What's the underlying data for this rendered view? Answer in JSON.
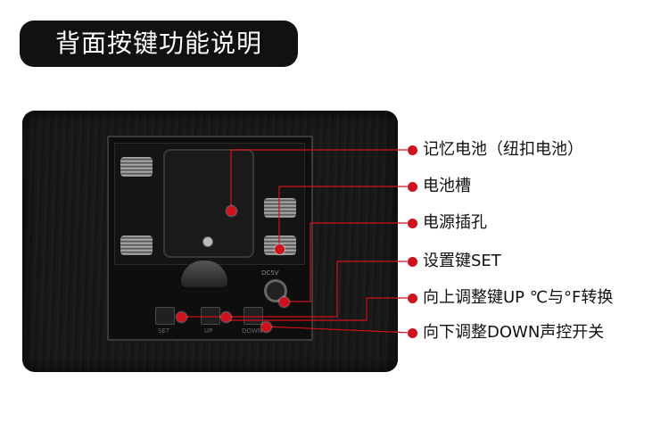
{
  "title": "背面按键功能说明",
  "labels": [
    {
      "id": "memory-battery",
      "text": "记忆电池（纽扣电池）"
    },
    {
      "id": "battery-slot",
      "text": "电池槽"
    },
    {
      "id": "power-jack",
      "text": "电源插孔"
    },
    {
      "id": "set-key",
      "text": "设置键SET"
    },
    {
      "id": "up-key",
      "text": "向上调整键UP ℃与°F转换"
    },
    {
      "id": "down-key",
      "text": "向下调整DOWN声控开关"
    }
  ],
  "device": {
    "buttons": [
      "SET",
      "UP",
      "DOWN"
    ],
    "jack_label": "DC5V"
  },
  "colors": {
    "accent": "#d1101c",
    "pill": "#111111"
  }
}
